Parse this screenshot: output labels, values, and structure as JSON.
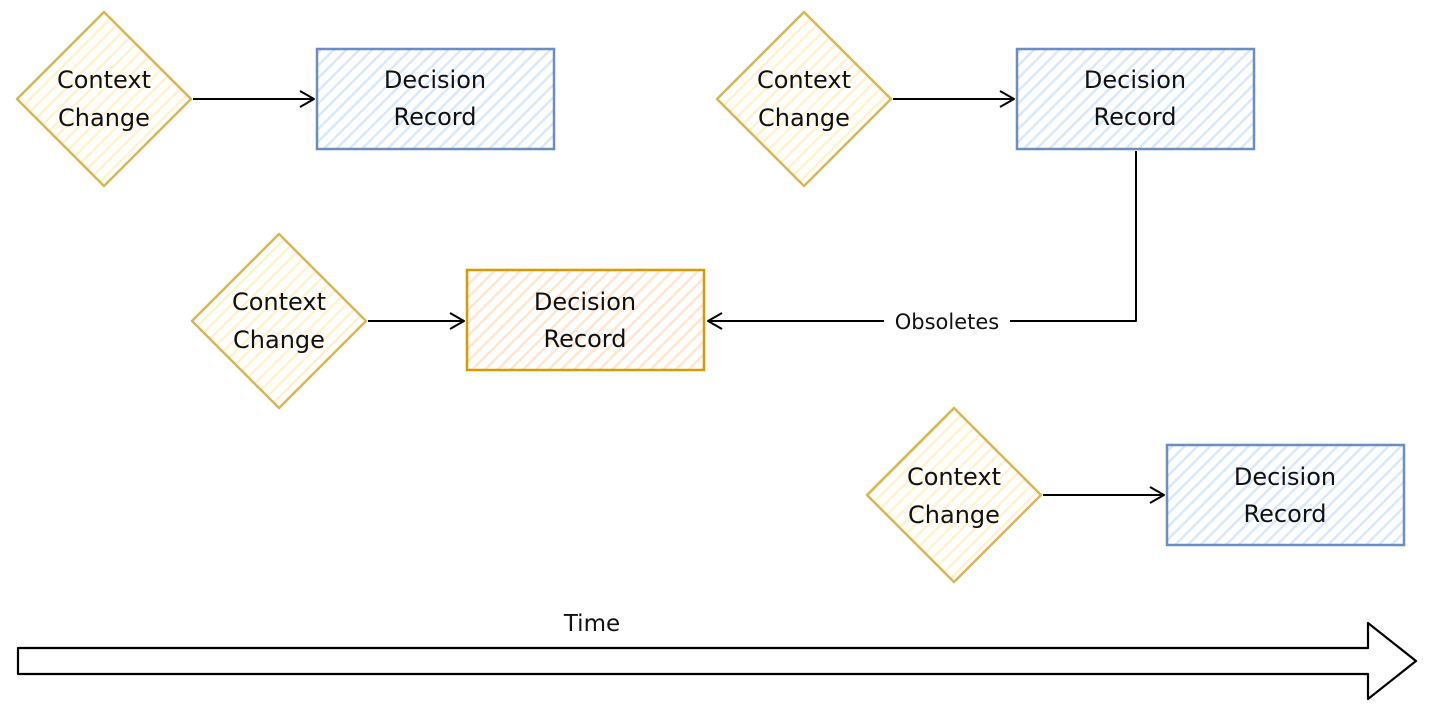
{
  "diagram": {
    "colors": {
      "diamond_stroke": "#d6b656",
      "diamond_fill": "#fff2cc",
      "record_stroke_default": "#6c8ebf",
      "record_fill_default": "#dae8fc",
      "record_stroke_obsoleted": "#d79b00",
      "record_fill_obsoleted": "#ffe6cc",
      "connector": "#000000"
    },
    "groups": [
      {
        "context": {
          "line1": "Context",
          "line2": "Change"
        },
        "record": {
          "line1": "Decision",
          "line2": "Record",
          "state": "default"
        }
      },
      {
        "context": {
          "line1": "Context",
          "line2": "Change"
        },
        "record": {
          "line1": "Decision",
          "line2": "Record",
          "state": "default"
        }
      },
      {
        "context": {
          "line1": "Context",
          "line2": "Change"
        },
        "record": {
          "line1": "Decision",
          "line2": "Record",
          "state": "obsoleted"
        }
      },
      {
        "context": {
          "line1": "Context",
          "line2": "Change"
        },
        "record": {
          "line1": "Decision",
          "line2": "Record",
          "state": "default"
        }
      }
    ],
    "obsoletes_edge": {
      "label": "Obsoletes",
      "from_group": 1,
      "to_group": 2
    },
    "time_axis": {
      "label": "Time"
    }
  }
}
